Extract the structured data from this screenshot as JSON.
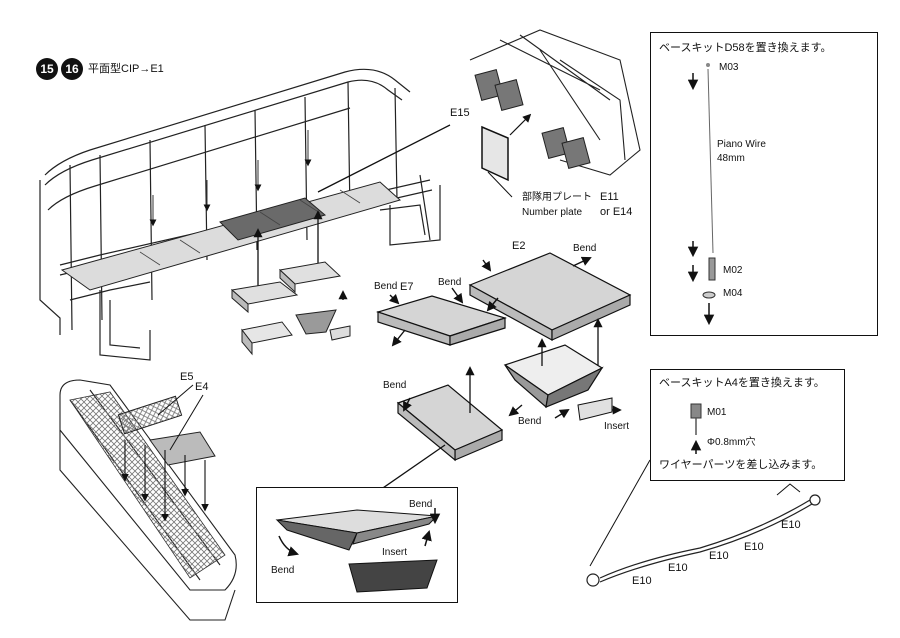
{
  "header": {
    "step_a": "15",
    "step_b": "16",
    "title": "平面型CIP→E1"
  },
  "labels": {
    "e15": "E15",
    "unit_plate_jp": "部隊用プレート",
    "number_plate": "Number plate",
    "e11": "E11",
    "or_e14": "or E14",
    "e2": "E2",
    "e7": "E7",
    "e5": "E5",
    "e4": "E4",
    "bend": "Bend",
    "insert": "Insert"
  },
  "box_d58": {
    "title": "ベースキットD58を置き換えます。",
    "m03": "M03",
    "piano_wire": "Piano Wire",
    "length": "48mm",
    "m02": "M02",
    "m04": "M04"
  },
  "box_a4": {
    "title": "ベースキットA4を置き換えます。",
    "m01": "M01",
    "hole": "Φ0.8mm穴",
    "note": "ワイヤーパーツを差し込みます。"
  },
  "wire_labels": [
    "E10",
    "E10",
    "E10",
    "E10",
    "E10"
  ],
  "colors": {
    "line": "#111111",
    "panel": "#d8d8d8",
    "dark": "#555555",
    "mesh": "#9a9a9a"
  }
}
